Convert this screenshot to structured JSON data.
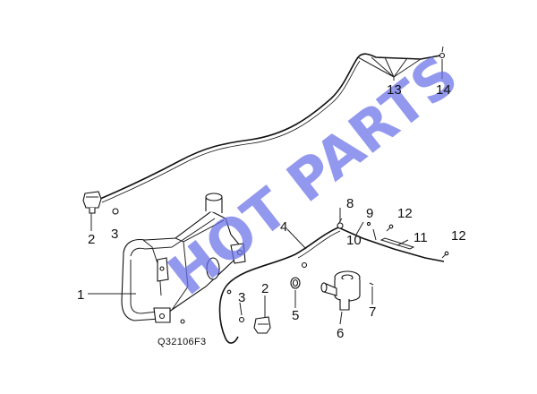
{
  "diagram": {
    "callouts": {
      "c1": "1",
      "c2a": "2",
      "c3a": "3",
      "c4": "4",
      "c2b": "2",
      "c3b": "3",
      "c5": "5",
      "c6": "6",
      "c7": "7",
      "c8": "8",
      "c9": "9",
      "c10": "10",
      "c11": "11",
      "c12a": "12",
      "c12b": "12",
      "c13": "13",
      "c14": "14"
    },
    "diagram_code": "Q32106F3",
    "watermark": "HOT PARTS",
    "colors": {
      "line": "#111111",
      "watermark": "#6870e6"
    }
  }
}
